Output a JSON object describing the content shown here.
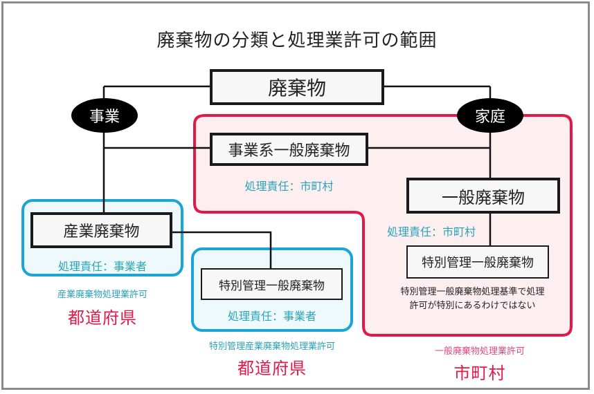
{
  "title": "廃棄物の分類と処理業許可の範囲",
  "colors": {
    "pink_border": "#e0194a",
    "pink_fill": "#fdeef0",
    "blue_border": "#1aa5d6",
    "blue_fill": "#eef9fc",
    "teal_text": "#2aa3b8",
    "red_text": "#e0194a",
    "pink_text": "#e4477a"
  },
  "nodes": {
    "root": "廃棄物",
    "business_oval": "事業",
    "household_oval": "家庭",
    "business_general": "事業系一般廃棄物",
    "general": "一般廃棄物",
    "industrial": "産業廃棄物",
    "special_general_household": "特別管理一般廃棄物",
    "special_general_business": "特別管理一般廃棄物"
  },
  "responsibilities": {
    "business_general": "処理責任：市町村",
    "general": "処理責任：市町村",
    "industrial": "処理責任：事業者",
    "special_general_business": "処理責任：事業者"
  },
  "note": {
    "line1": "特別管理一般廃棄物処理基準で処理",
    "line2": "許可が特別にあるわけではない"
  },
  "permits": {
    "industrial": {
      "label": "産業廃棄物処理業許可",
      "authority": "都道府県"
    },
    "special_industrial": {
      "label": "特別管理産業廃棄物処理業許可",
      "authority": "都道府県"
    },
    "general": {
      "label": "一般廃棄物処理業許可",
      "authority": "市町村"
    }
  }
}
